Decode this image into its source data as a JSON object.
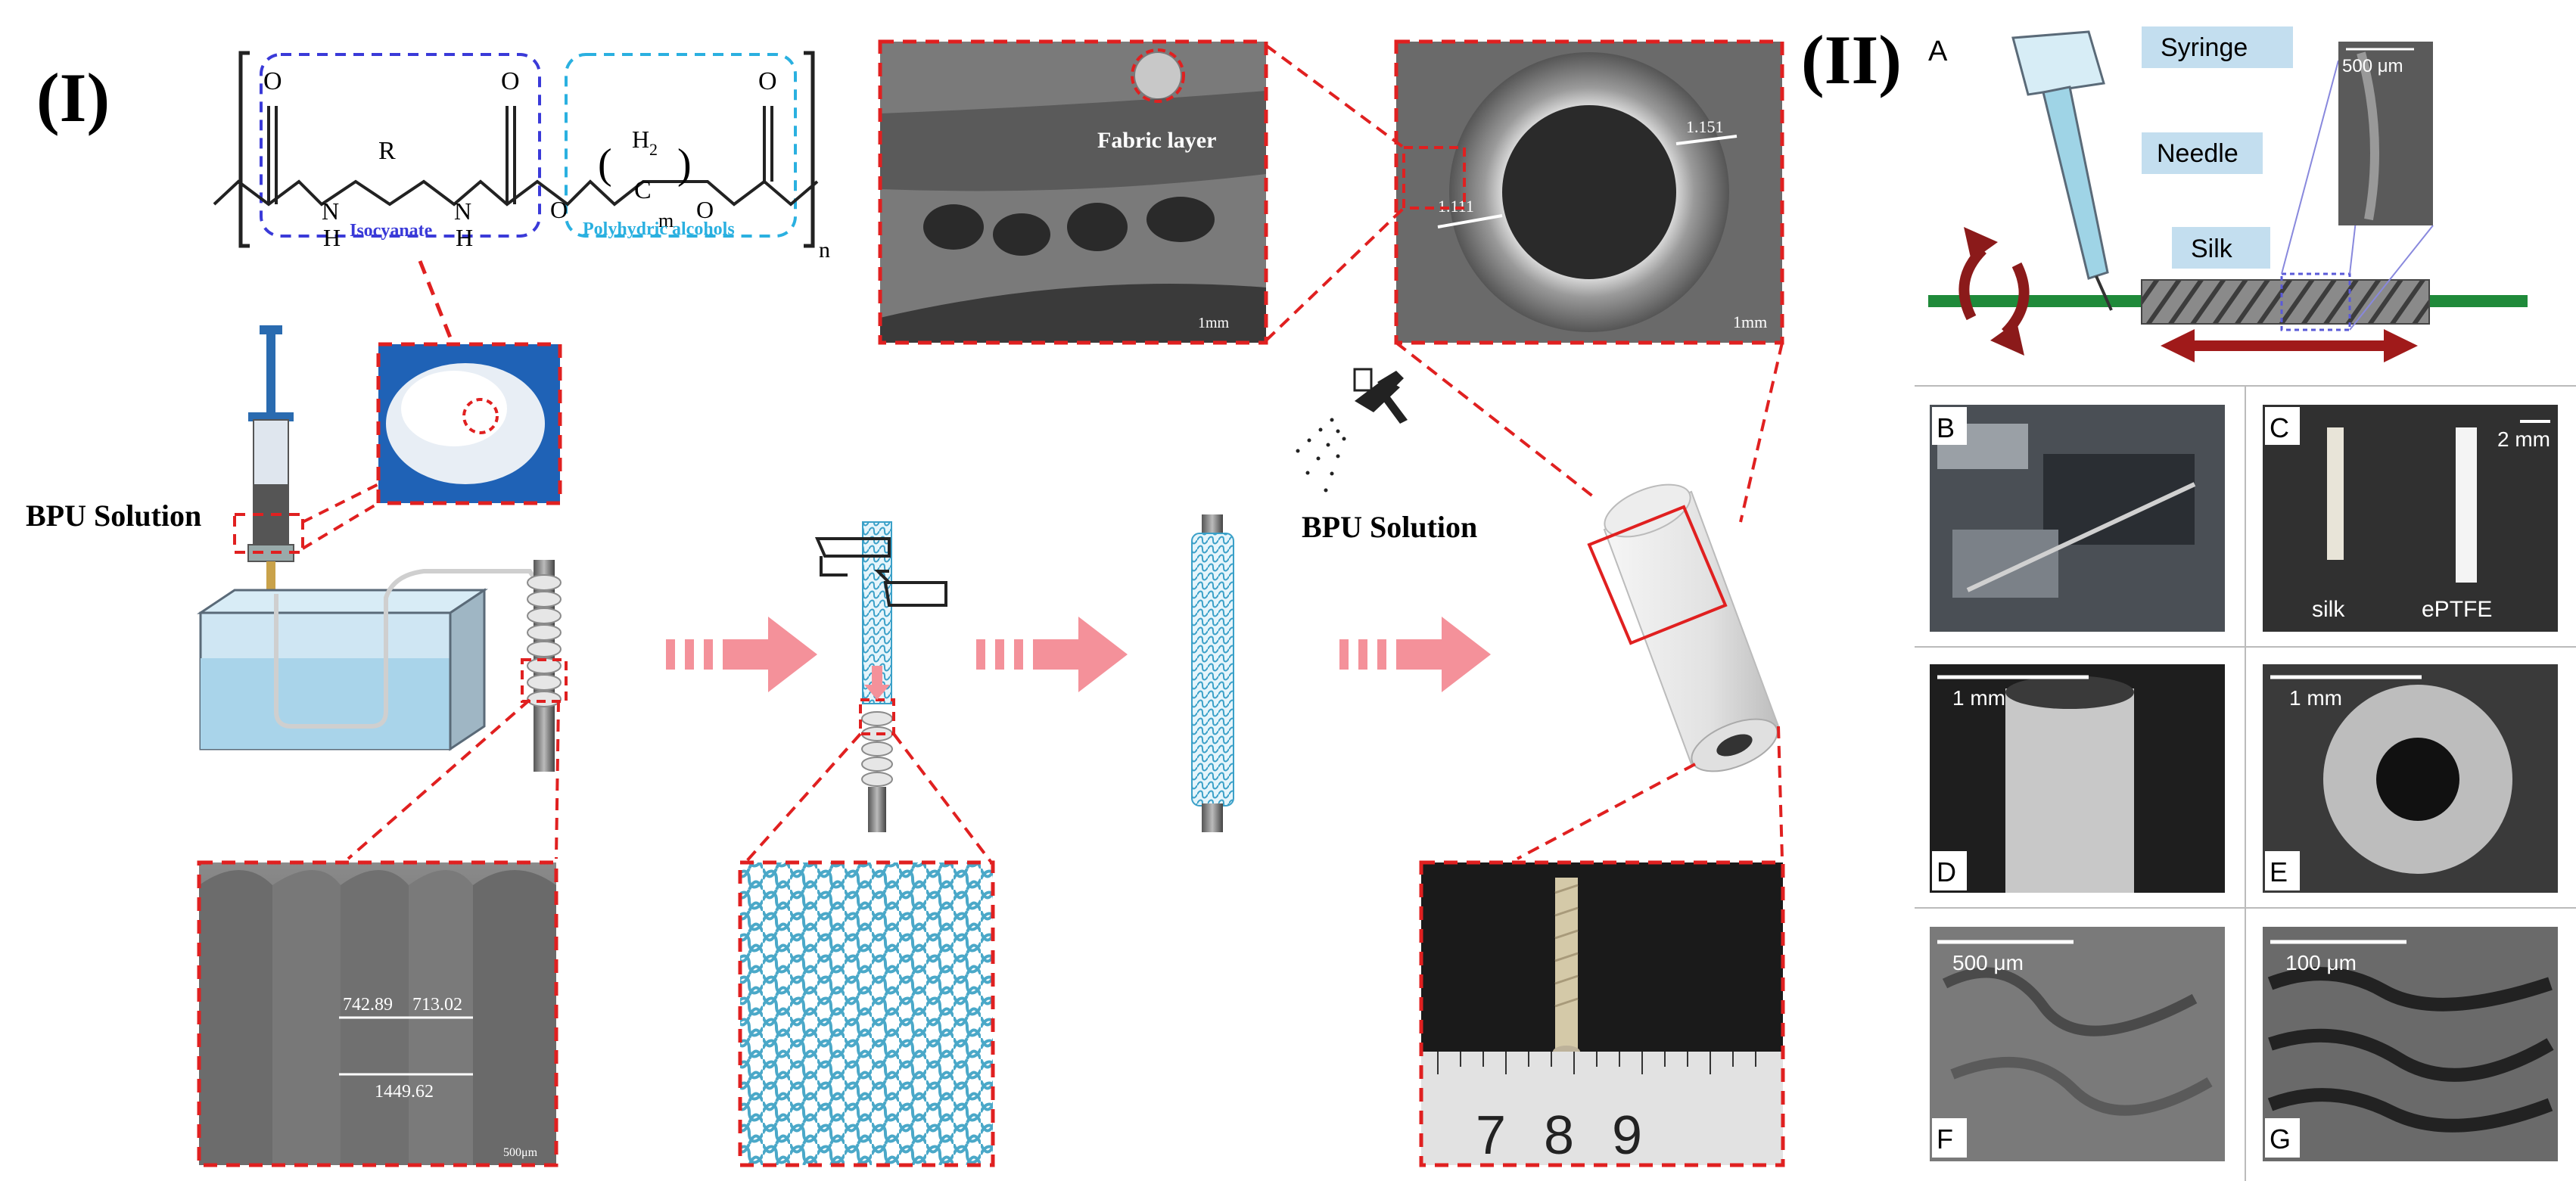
{
  "panel_I": {
    "label": "(I)",
    "formula": {
      "atoms": {
        "o1": "O",
        "o2": "O",
        "o3": "O",
        "o4": "O",
        "r": "R",
        "h1": "H",
        "h2": "H",
        "n1": "N",
        "n2": "N",
        "c": "C",
        "h2sub": "H",
        "h2num": "2",
        "m": "m",
        "n": "n"
      },
      "isocyanate_label": "Isocyanate",
      "polyol_label": "Polyhydric alcohols"
    },
    "bpu_solution_left": "BPU Solution",
    "bpu_solution_spray": "BPU Solution",
    "sem_cross_section": {
      "fabric_label": "Fabric layer",
      "scale": "1mm"
    },
    "sem_ring": {
      "thickness_right": "1.151",
      "thickness_left": "1.111",
      "scale": "1mm"
    },
    "sem_mandrel": {
      "m1": "742.89",
      "m2": "713.02",
      "total": "1449.62",
      "scale": "500μm"
    },
    "ruler_numbers": [
      "7",
      "8",
      "9"
    ]
  },
  "panel_II": {
    "label": "(II)",
    "sub_a": "A",
    "syringe": "Syringe",
    "needle": "Needle",
    "silk": "Silk",
    "scale_a": "500 μm",
    "b": "B",
    "c": "C",
    "c_scale": "2 mm",
    "c_silk": "silk",
    "c_eptfe": "ePTFE",
    "d": "D",
    "d_scale": "1 mm",
    "e": "E",
    "e_scale": "1 mm",
    "f": "F",
    "f_scale": "500 μm",
    "g": "G",
    "g_scale": "100 μm"
  },
  "colors": {
    "red_dash": "#e02020",
    "arrow_pink": "#f4919a",
    "blue_box": "#3a3ad8",
    "cyan_box": "#2ab0e0",
    "teal_knit": "#4aa8c8"
  }
}
